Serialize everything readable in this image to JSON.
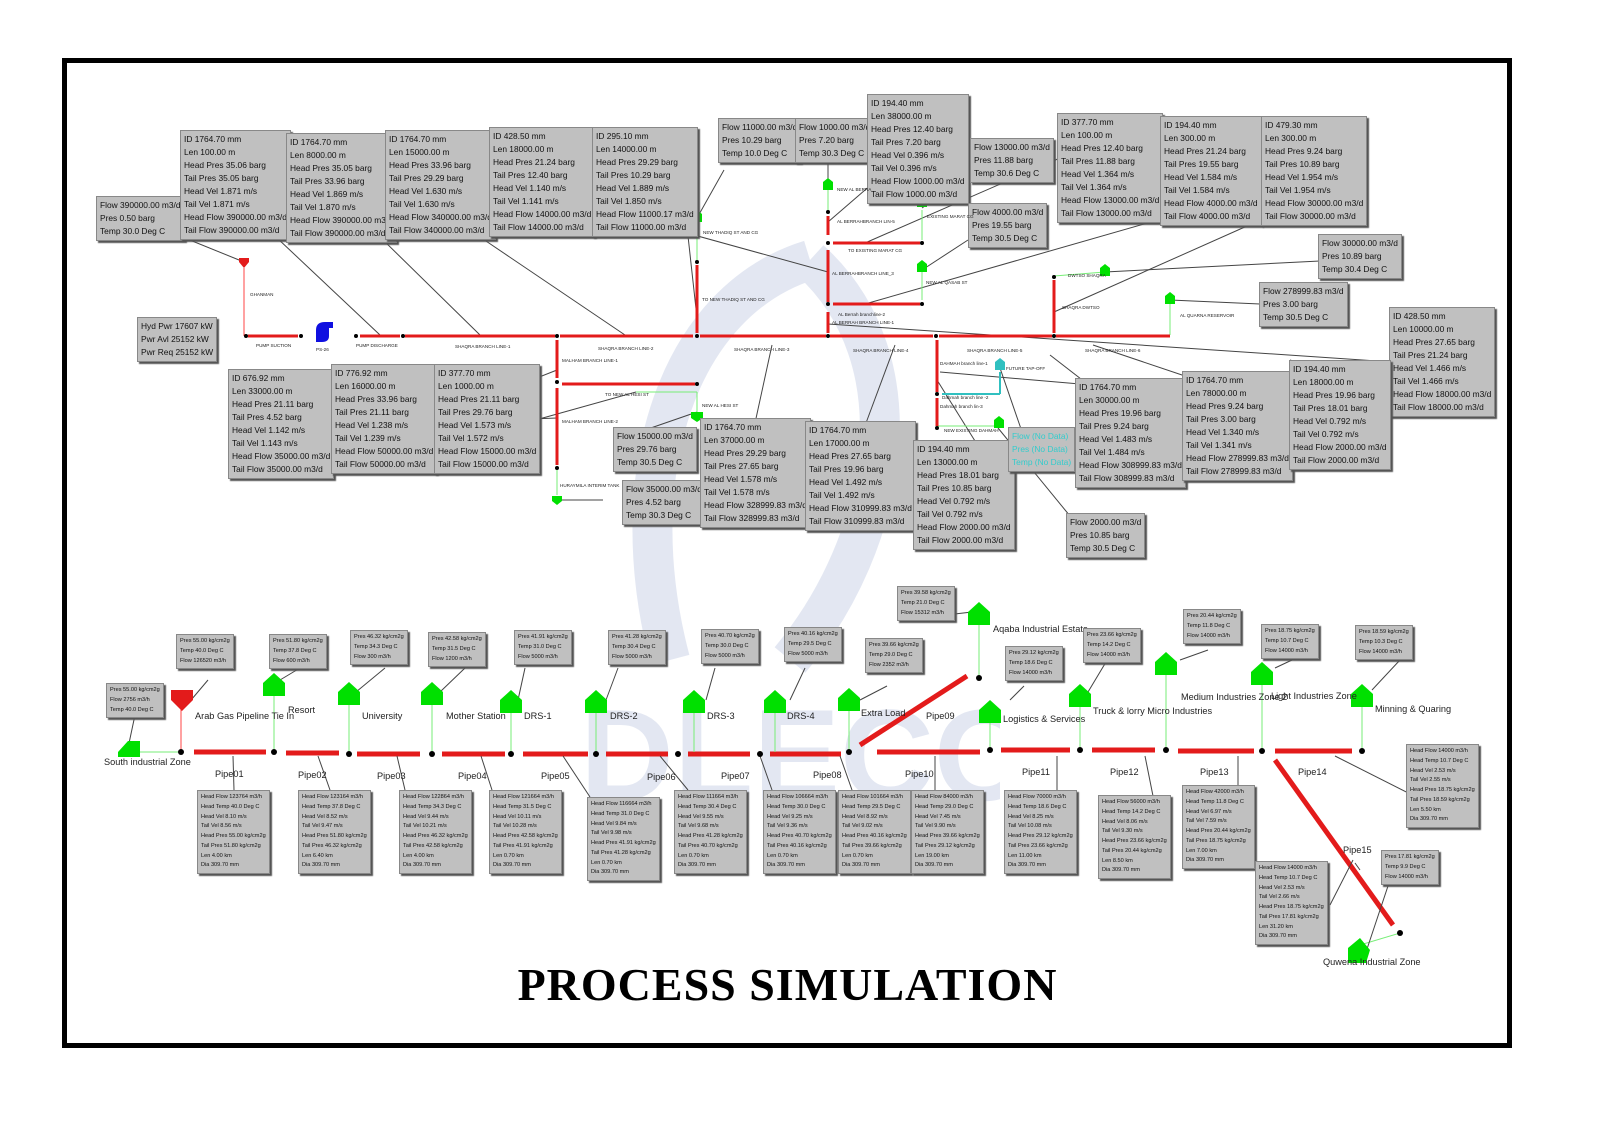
{
  "title": "PROCESS SIMULATION",
  "colors": {
    "pipe": "#e31b1b",
    "node": "#00e000",
    "inactive": "#30c0c0",
    "box": "#c0c0c0"
  },
  "upper": {
    "pump_power": [
      "Hyd Pwr 17607 kW",
      "Pwr Avl 25152 kW",
      "Pwr Req 25152 kW"
    ],
    "labels": {
      "ghanman": "GHANMAN",
      "pump_suction": "PUMP SUCTION",
      "ps": "PS-26",
      "pump_discharge": "PUMP DISCHARGE",
      "sb1": "SHAQRA BRANCH LINE-1",
      "sb2": "SHAQRA BRANCH LINE-2",
      "sb3": "SHAQRA BRANCH LINE-3",
      "sb4": "SHAQRA BRANCH LINE-4",
      "sb5": "SHAQRA BRANCH LINE-5",
      "sb6": "SHAQRA BRANCH LINE-6",
      "mb1": "MALHAM BRANCH LINE-1",
      "mb2": "MALHAM BRANCH LINE-2",
      "to_hesi": "TO NEW AL HESI ST",
      "new_hesi": "NEW AL HESI ST",
      "huraymila": "HURAYMILA INTERIM TANK",
      "new_thadiq": "NEW THADIQ ST AND CG",
      "to_thadiq": "TO NEW THADIQ ST AND CG",
      "new_berra": "NEW AL BERRA",
      "ab5": "AL BERRAHBRANCH LIN-5",
      "to_marat": "TO EXISTING MARAT CG",
      "existing_marat": "EXISTING MARAT CG",
      "ab3": "AL BERRAHBRANCH LINE_3",
      "new_qasab": "NEW AL QASAB ST",
      "ab2": "AL Berrah branchline-2",
      "ab1": "AL BERRAH BRANCH LINE-1",
      "dwtso_shaqra": "DWTSO SHAQRA",
      "shaqra_dwtso": "SHAQRA DWTSO",
      "quarna": "AL QUARNA RESERVOIR",
      "dah1": "DAHMAH branch line-1",
      "dah2": "Dahmah branch line -2",
      "dah3": "Dahmah branch lin-3",
      "future": "FUTURE TAP-OFF",
      "new_dahmah": "NEW EXISTING DAHMAH"
    },
    "boxes": [
      {
        "id": "src-ghanman",
        "lines": [
          "Flow 390000.00 m3/d",
          "Pres 0.50 barg",
          "Temp 30.0 Deg C"
        ]
      },
      {
        "id": "pipe-suction",
        "lines": [
          "ID 1764.70 mm",
          "Len 100.00 m",
          "Head Pres 35.06 barg",
          "Tail Pres 35.05 barg",
          "Head Vel 1.871 m/s",
          "Tail Vel 1.871 m/s",
          "Head Flow 390000.00 m3/d",
          "Tail Flow 390000.00 m3/d"
        ]
      },
      {
        "id": "pipe-discharge",
        "lines": [
          "ID 1764.70 mm",
          "Len 8000.00 m",
          "Head Pres 35.05 barg",
          "Tail Pres 33.96 barg",
          "Head Vel 1.869 m/s",
          "Tail Vel 1.870 m/s",
          "Head Flow 390000.00 m3/d",
          "Tail Flow 390000.00 m3/d"
        ]
      },
      {
        "id": "pipe-sb1",
        "lines": [
          "ID 1764.70 mm",
          "Len 15000.00 m",
          "Head Pres 33.96 barg",
          "Tail Pres 29.29 barg",
          "Head Vel 1.630 m/s",
          "Tail Vel 1.630 m/s",
          "Head Flow 340000.00 m3/d",
          "Tail Flow 340000.00 m3/d"
        ]
      },
      {
        "id": "pipe-ab-main",
        "lines": [
          "ID 428.50 mm",
          "Len 18000.00 m",
          "Head Pres 21.24 barg",
          "Tail Pres 12.40 barg",
          "Head Vel 1.140 m/s",
          "Tail Vel 1.141 m/s",
          "Head Flow 14000.00 m3/d",
          "Tail Flow 14000.00 m3/d"
        ]
      },
      {
        "id": "pipe-thadiq",
        "lines": [
          "ID 295.10 mm",
          "Len 14000.00 m",
          "Head Pres 29.29 barg",
          "Tail Pres 10.29 barg",
          "Head Vel 1.889 m/s",
          "Tail Vel 1.850 m/s",
          "Head Flow 11000.17 m3/d",
          "Tail Flow 11000.00 m3/d"
        ]
      },
      {
        "id": "node-thadiq",
        "lines": [
          "Flow 11000.00 m3/d",
          "Pres 10.29 barg",
          "Temp 10.0 Deg C"
        ]
      },
      {
        "id": "node-berra",
        "lines": [
          "Flow 1000.00 m3/d",
          "Pres 7.20 barg",
          "Temp 30.3 Deg C"
        ]
      },
      {
        "id": "pipe-ab5",
        "lines": [
          "ID 194.40 mm",
          "Len 38000.00 m",
          "Head Pres 12.40 barg",
          "Tail Pres 7.20 barg",
          "Head Vel 0.396 m/s",
          "Tail Vel 0.396 m/s",
          "Head Flow 1000.00 m3/d",
          "Tail Flow 1000.00 m3/d"
        ]
      },
      {
        "id": "node-marat",
        "lines": [
          "Flow 13000.00 m3/d",
          "Pres 11.88 barg",
          "Temp 30.6 Deg C"
        ]
      },
      {
        "id": "node-qasab",
        "lines": [
          "Flow 4000.00 m3/d",
          "Pres 19.55 barg",
          "Temp 30.5 Deg C"
        ]
      },
      {
        "id": "pipe-to-marat",
        "lines": [
          "ID 377.70 mm",
          "Len 100.00 m",
          "Head Pres 12.40 barg",
          "Tail Pres 11.88 barg",
          "Head Vel 1.364 m/s",
          "Tail Vel 1.364 m/s",
          "Head Flow 13000.00 m3/d",
          "Tail Flow 13000.00 m3/d"
        ]
      },
      {
        "id": "pipe-ab2",
        "lines": [
          "ID 194.40 mm",
          "Len 300.00 m",
          "Head Pres 21.24 barg",
          "Tail Pres 19.55 barg",
          "Head Vel 1.584 m/s",
          "Tail Vel 1.584 m/s",
          "Head Flow 4000.00 m3/d",
          "Tail Flow 4000.00 m3/d"
        ]
      },
      {
        "id": "pipe-dwtso",
        "lines": [
          "ID 479.30 mm",
          "Len 300.00 m",
          "Head Pres 9.24 barg",
          "Tail Pres 10.89 barg",
          "Head Vel 1.954 m/s",
          "Tail Vel 1.954 m/s",
          "Head Flow 30000.00 m3/d",
          "Tail Flow 30000.00 m3/d"
        ]
      },
      {
        "id": "node-dwtso",
        "lines": [
          "Flow 30000.00 m3/d",
          "Pres 10.89 barg",
          "Temp 30.4 Deg C"
        ]
      },
      {
        "id": "node-quarna",
        "lines": [
          "Flow 278999.83 m3/d",
          "Pres 3.00 barg",
          "Temp 30.5 Deg C"
        ]
      },
      {
        "id": "pipe-ab1",
        "lines": [
          "ID 428.50 mm",
          "Len 10000.00 m",
          "Head Pres 27.65 barg",
          "Tail Pres 21.24 barg",
          "Head Vel 1.466 m/s",
          "Tail Vel 1.466 m/s",
          "Head Flow 18000.00 m3/d",
          "Tail Flow 18000.00 m3/d"
        ]
      },
      {
        "id": "pipe-mb2",
        "lines": [
          "ID 676.92 mm",
          "Len 33000.00 m",
          "Head Pres 21.11 barg",
          "Tail Pres 4.52 barg",
          "Head Vel 1.142 m/s",
          "Tail Vel 1.143 m/s",
          "Head Flow 35000.00 m3/d",
          "Tail Flow 35000.00 m3/d"
        ]
      },
      {
        "id": "pipe-mb1",
        "lines": [
          "ID 776.92 mm",
          "Len 16000.00 m",
          "Head Pres 33.96 barg",
          "Tail Pres 21.11 barg",
          "Head Vel 1.238 m/s",
          "Tail Vel 1.239 m/s",
          "Head Flow 50000.00 m3/d",
          "Tail Flow 50000.00 m3/d"
        ]
      },
      {
        "id": "pipe-hesi",
        "lines": [
          "ID 377.70 mm",
          "Len 1000.00 m",
          "Head Pres 21.11 barg",
          "Tail Pres 29.76 barg",
          "Head Vel 1.573 m/s",
          "Tail Vel 1.572 m/s",
          "Head Flow 15000.00 m3/d",
          "Tail Flow 15000.00 m3/d"
        ]
      },
      {
        "id": "node-hesi",
        "lines": [
          "Flow 15000.00 m3/d",
          "Pres 29.76 barg",
          "Temp 30.5 Deg C"
        ]
      },
      {
        "id": "node-huraymila",
        "lines": [
          "Flow 35000.00 m3/d",
          "Pres 4.52 barg",
          "Temp 30.3 Deg C"
        ]
      },
      {
        "id": "pipe-sb3",
        "lines": [
          "ID 1764.70 mm",
          "Len 37000.00 m",
          "Head Pres 29.29 barg",
          "Tail Pres 27.65 barg",
          "Head Vel 1.578 m/s",
          "Tail Vel 1.578 m/s",
          "Head Flow 328999.83 m3/d",
          "Tail Flow 328999.83 m3/d"
        ]
      },
      {
        "id": "pipe-sb4",
        "lines": [
          "ID 1764.70 mm",
          "Len 17000.00 m",
          "Head Pres 27.65 barg",
          "Tail Pres 19.96 barg",
          "Head Vel 1.492 m/s",
          "Tail Vel 1.492 m/s",
          "Head Flow 310999.83 m3/d",
          "Tail Flow 310999.83 m3/d"
        ]
      },
      {
        "id": "pipe-dah3",
        "lines": [
          "ID 194.40 mm",
          "Len 13000.00 m",
          "Head Pres 18.01 barg",
          "Tail Pres 10.85 barg",
          "Head Vel 0.792 m/s",
          "Tail Vel 0.792 m/s",
          "Head Flow 2000.00 m3/d",
          "Tail Flow 2000.00 m3/d"
        ]
      },
      {
        "id": "node-future",
        "lines": [
          "Flow (No Data)",
          "Pres (No Data)",
          "Temp (No Data)"
        ]
      },
      {
        "id": "pipe-sb5",
        "lines": [
          "ID 1764.70 mm",
          "Len 30000.00 m",
          "Head Pres 19.96 barg",
          "Tail Pres 9.24 barg",
          "Head Vel 1.483 m/s",
          "Tail Vel 1.484 m/s",
          "Head Flow 308999.83 m3/d",
          "Tail Flow 308999.83 m3/d"
        ]
      },
      {
        "id": "pipe-sb6",
        "lines": [
          "ID 1764.70 mm",
          "Len 78000.00 m",
          "Head Pres 9.24 barg",
          "Tail Pres 3.00 barg",
          "Head Vel 1.340 m/s",
          "Tail Vel 1.341 m/s",
          "Head Flow 278999.83 m3/d",
          "Tail Flow 278999.83 m3/d"
        ]
      },
      {
        "id": "pipe-dah1",
        "lines": [
          "ID 194.40 mm",
          "Len 18000.00 m",
          "Head Pres 19.96 barg",
          "Tail Pres 18.01 barg",
          "Head Vel 0.792 m/s",
          "Tail Vel 0.792 m/s",
          "Head Flow 2000.00 m3/d",
          "Tail Flow 2000.00 m3/d"
        ]
      },
      {
        "id": "node-dahmah",
        "lines": [
          "Flow 2000.00 m3/d",
          "Pres 10.85 barg",
          "Temp 30.5 Deg C"
        ]
      }
    ]
  },
  "lower": {
    "nodes": [
      {
        "name": "South industrial Zone",
        "lines": [
          "Pres 55.00 kg/cm2g",
          "Flow 2756 m3/h",
          "Temp 40.0 Deg C"
        ]
      },
      {
        "name": "Arab Gas Pipeline Tie In",
        "lines": [
          "Pres 55.00 kg/cm2g",
          "Temp 40.0 Deg C",
          "Flow 126520 m3/h"
        ]
      },
      {
        "name": "Resort",
        "lines": [
          "Pres 51.80 kg/cm2g",
          "Temp 37.8 Deg C",
          "Flow 600 m3/h"
        ]
      },
      {
        "name": "University",
        "lines": [
          "Pres 46.32 kg/cm2g",
          "Temp 34.3 Deg C",
          "Flow 300 m3/h"
        ]
      },
      {
        "name": "Mother Station",
        "lines": [
          "Pres 42.58 kg/cm2g",
          "Temp 31.5 Deg C",
          "Flow 1200 m3/h"
        ]
      },
      {
        "name": "DRS-1",
        "lines": [
          "Pres 41.91 kg/cm2g",
          "Temp 31.0 Deg C",
          "Flow 5000 m3/h"
        ]
      },
      {
        "name": "DRS-2",
        "lines": [
          "Pres 41.28 kg/cm2g",
          "Temp 30.4 Deg C",
          "Flow 5000 m3/h"
        ]
      },
      {
        "name": "DRS-3",
        "lines": [
          "Pres 40.70 kg/cm2g",
          "Temp 30.0 Deg C",
          "Flow 5000 m3/h"
        ]
      },
      {
        "name": "DRS-4",
        "lines": [
          "Pres 40.16 kg/cm2g",
          "Temp 29.5 Deg C",
          "Flow 5000 m3/h"
        ]
      },
      {
        "name": "Extra Load",
        "lines": [
          "Pres 39.66 kg/cm2g",
          "Temp 29.0 Deg C",
          "Flow 2352 m3/h"
        ]
      },
      {
        "name": "Aqaba Industrial Estate",
        "lines": [
          "Pres 39.58 kg/cm2g",
          "Temp 21.0 Deg C",
          "Flow 15312 m3/h"
        ]
      },
      {
        "name": "Logistics & Services",
        "lines": [
          "Pres 29.12 kg/cm2g",
          "Temp 18.6 Deg C",
          "Flow 14000 m3/h"
        ]
      },
      {
        "name": "Truck & lorry Micro Industries",
        "lines": [
          "Pres 23.66 kg/cm2g",
          "Temp 14.2 Deg C",
          "Flow 14000 m3/h"
        ]
      },
      {
        "name": "Medium Industries Zone 2",
        "lines": [
          "Pres 20.44 kg/cm2g",
          "Temp 11.8 Deg C",
          "Flow 14000 m3/h"
        ]
      },
      {
        "name": "Light Industries Zone",
        "lines": [
          "Pres 18.75 kg/cm2g",
          "Temp 10.7 Deg C",
          "Flow 14000 m3/h"
        ]
      },
      {
        "name": "Minning & Quaring",
        "lines": [
          "Pres 18.59 kg/cm2g",
          "Temp 10.3 Deg C",
          "Flow 14000 m3/h"
        ]
      },
      {
        "name": "Quwena Industrial Zone",
        "lines": [
          "Pres 17.81 kg/cm2g",
          "Temp 9.9 Deg C",
          "Flow 14000 m3/h"
        ]
      }
    ],
    "pipes": [
      {
        "name": "Pipe01",
        "lines": [
          "Head Flow 123764 m3/h",
          "Head Temp 40.0 Deg C",
          "Head Vel 8.10 m/s",
          "Tail Vel 8.56 m/s",
          "Head Pres 55.00 kg/cm2g",
          "Tail Pres 51.80 kg/cm2g",
          "Len 4.00 km",
          "Dia 309.70 mm"
        ]
      },
      {
        "name": "Pipe02",
        "lines": [
          "Head Flow 123164 m3/h",
          "Head Temp 37.8 Deg C",
          "Head Vel 8.52 m/s",
          "Tail Vel 9.47 m/s",
          "Head Pres 51.80 kg/cm2g",
          "Tail Pres 46.32 kg/cm2g",
          "Len 6.40 km",
          "Dia 309.70 mm"
        ]
      },
      {
        "name": "Pipe03",
        "lines": [
          "Head Flow 122864 m3/h",
          "Head Temp 34.3 Deg C",
          "Head Vel 9.44 m/s",
          "Tail Vel 10.21 m/s",
          "Head Pres 46.32 kg/cm2g",
          "Tail Pres 42.58 kg/cm2g",
          "Len 4.00 km",
          "Dia 309.70 mm"
        ]
      },
      {
        "name": "Pipe04",
        "lines": [
          "Head Flow 121664 m3/h",
          "Head Temp 31.5 Deg C",
          "Head Vel 10.11 m/s",
          "Tail Vel 10.28 m/s",
          "Head Pres 42.58 kg/cm2g",
          "Tail Pres 41.91 kg/cm2g",
          "Len 0.70 km",
          "Dia 309.70 mm"
        ]
      },
      {
        "name": "Pipe05",
        "lines": [
          "Head Flow 116664 m3/h",
          "Head Temp 31.0 Deg C",
          "Head Vel 9.84 m/s",
          "Tail Vel 9.98 m/s",
          "Head Pres 41.91 kg/cm2g",
          "Tail Pres 41.28 kg/cm2g",
          "Len 0.70 km",
          "Dia 309.70 mm"
        ]
      },
      {
        "name": "Pipe06",
        "lines": [
          "Head Flow 111664 m3/h",
          "Head Temp 30.4 Deg C",
          "Head Vel 9.55 m/s",
          "Tail Vel 9.68 m/s",
          "Head Pres 41.28 kg/cm2g",
          "Tail Pres 40.70 kg/cm2g",
          "Len 0.70 km",
          "Dia 309.70 mm"
        ]
      },
      {
        "name": "Pipe07",
        "lines": [
          "Head Flow 106664 m3/h",
          "Head Temp 30.0 Deg C",
          "Head Vel 9.25 m/s",
          "Tail Vel 9.36 m/s",
          "Head Pres 40.70 kg/cm2g",
          "Tail Pres 40.16 kg/cm2g",
          "Len 0.70 km",
          "Dia 309.70 mm"
        ]
      },
      {
        "name": "Pipe08",
        "lines": [
          "Head Flow 101664 m3/h",
          "Head Temp 29.5 Deg C",
          "Head Vel 8.92 m/s",
          "Tail Vel 9.02 m/s",
          "Head Pres 40.16 kg/cm2g",
          "Tail Pres 39.66 kg/cm2g",
          "Len 0.70 km",
          "Dia 309.70 mm"
        ]
      },
      {
        "name": "Pipe09",
        "lines": []
      },
      {
        "name": "Pipe10",
        "lines": [
          "Head Flow 84000 m3/h",
          "Head Temp 29.0 Deg C",
          "Head Vel 7.45 m/s",
          "Tail Vel 9.90 m/s",
          "Head Pres 39.66 kg/cm2g",
          "Tail Pres 29.12 kg/cm2g",
          "Len 19.00 km",
          "Dia 309.70 mm"
        ]
      },
      {
        "name": "Pipe11",
        "lines": [
          "Head Flow 70000 m3/h",
          "Head Temp 18.6 Deg C",
          "Head Vel 8.25 m/s",
          "Tail Vel 10.08 m/s",
          "Head Pres 29.12 kg/cm2g",
          "Tail Pres 23.66 kg/cm2g",
          "Len 11.00 km",
          "Dia 309.70 mm"
        ]
      },
      {
        "name": "Pipe12",
        "lines": [
          "Head Flow 56000 m3/h",
          "Head Temp 14.2 Deg C",
          "Head Vel 8.06 m/s",
          "Tail Vel 9.30 m/s",
          "Head Pres 23.66 kg/cm2g",
          "Tail Pres 20.44 kg/cm2g",
          "Len 8.50 km",
          "Dia 309.70 mm"
        ]
      },
      {
        "name": "Pipe13",
        "lines": [
          "Head Flow 42000 m3/h",
          "Head Temp 11.8 Deg C",
          "Head Vel 6.97 m/s",
          "Tail Vel 7.59 m/s",
          "Head Pres 20.44 kg/cm2g",
          "Tail Pres 18.75 kg/cm2g",
          "Len 7.00 km",
          "Dia 309.70 mm"
        ]
      },
      {
        "name": "Pipe14",
        "lines": [
          "Head Flow 14000 m3/h",
          "Head Temp 10.7 Deg C",
          "Head Vel 2.53 m/s",
          "Tail Vel 2.55 m/s",
          "Head Pres 18.75 kg/cm2g",
          "Tail Pres 18.59 kg/cm2g",
          "Len 5.50 km",
          "Dia 309.70 mm"
        ]
      },
      {
        "name": "Pipe15",
        "lines": [
          "Head Flow 14000 m3/h",
          "Head Temp 10.7 Deg C",
          "Head Vel 2.53 m/s",
          "Tail Vel 2.66 m/s",
          "Head Pres 18.75 kg/cm2g",
          "Tail Pres 17.81 kg/cm2g",
          "Len 31.20 km",
          "Dia 309.70 mm"
        ]
      }
    ]
  }
}
